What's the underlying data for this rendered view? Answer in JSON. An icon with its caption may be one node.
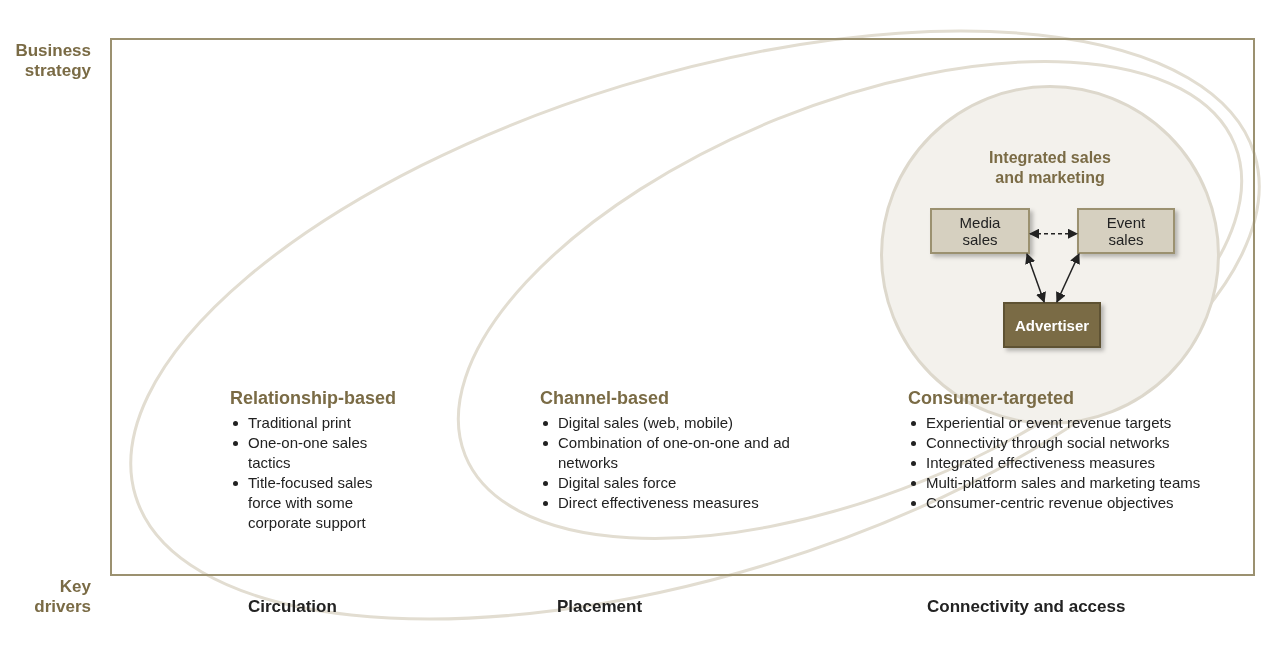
{
  "diagram": {
    "nodes": [
      {
        "text": [
          "Integrated sales and marketing"
        ]
      },
      {
        "text": [
          "Media sales"
        ],
        "in": 0
      },
      {
        "text": [
          "Event sales"
        ],
        "in": 0
      },
      {
        "text": [
          "Advertiser"
        ],
        "in": 0
      }
    ],
    "edges": [
      {
        "from": 1,
        "to": 2,
        "arrow": "both",
        "style": "dashed"
      },
      {
        "from": 1,
        "to": 3,
        "arrow": "both"
      },
      {
        "from": 2,
        "to": 3,
        "arrow": "both"
      }
    ],
    "labels": [
      "Business strategy",
      "Key drivers",
      "Relationship-based",
      "Traditional print",
      "One-on-one sales tactics",
      "Title-focused sales force with some corporate support",
      "Channel-based",
      "Digital sales (web, mobile)",
      "Combination of one-on-one and ad networks",
      "Digital sales force",
      "Direct effectiveness measures",
      "Consumer-targeted",
      "Experiential or event revenue targets",
      "Connectivity through social networks",
      "Integrated effectiveness measures",
      "Multi-platform sales and marketing teams",
      "Consumer-centric revenue objectives",
      "Circulation",
      "Placement",
      "Connectivity and access"
    ]
  }
}
